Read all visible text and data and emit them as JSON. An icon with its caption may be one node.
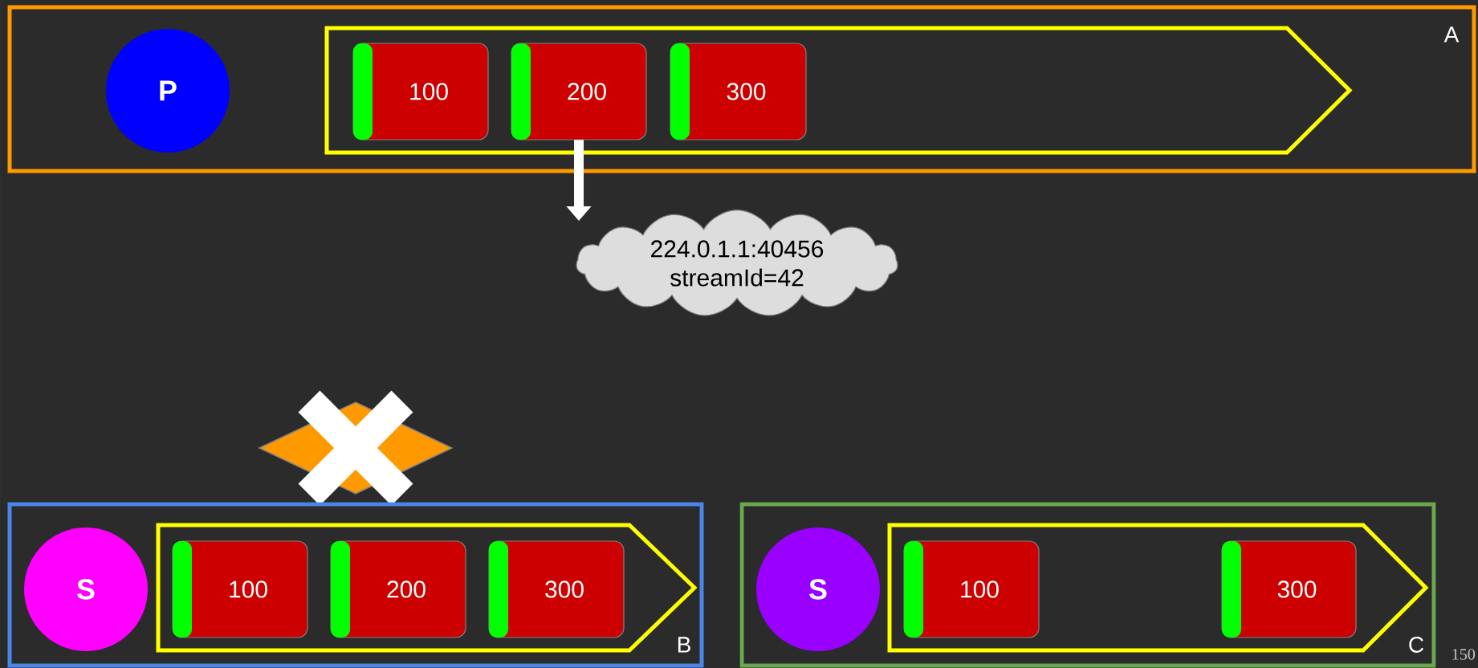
{
  "diagram": {
    "nodes": [
      {
        "text": [
          "A"
        ]
      },
      {
        "text": [
          "P"
        ],
        "in": 0
      },
      {
        "text": [],
        "shape": "pentagon",
        "in": 0
      },
      {
        "text": [
          "100"
        ],
        "in": 2
      },
      {
        "text": [
          "200"
        ],
        "in": 2
      },
      {
        "text": [
          "300"
        ],
        "in": 2
      },
      {
        "text": [
          "224.0.1.1:40456 streamId=42"
        ]
      },
      {
        "text": [
          "B"
        ]
      },
      {
        "text": [
          "S"
        ],
        "in": 7
      },
      {
        "text": [],
        "shape": "pentagon",
        "in": 7
      },
      {
        "text": [
          "100"
        ],
        "in": 9
      },
      {
        "text": [
          "200"
        ],
        "in": 9
      },
      {
        "text": [
          "300"
        ],
        "in": 9
      },
      {
        "text": [
          "C"
        ]
      },
      {
        "text": [
          "S"
        ],
        "in": 13
      },
      {
        "text": [],
        "shape": "pentagon",
        "in": 13
      },
      {
        "text": [
          "100"
        ],
        "in": 15
      },
      {
        "text": [
          "300"
        ],
        "in": 15
      }
    ],
    "edges": [
      {
        "from": 4,
        "to": 6,
        "arrow": "to"
      }
    ],
    "labels": [
      "150"
    ]
  }
}
